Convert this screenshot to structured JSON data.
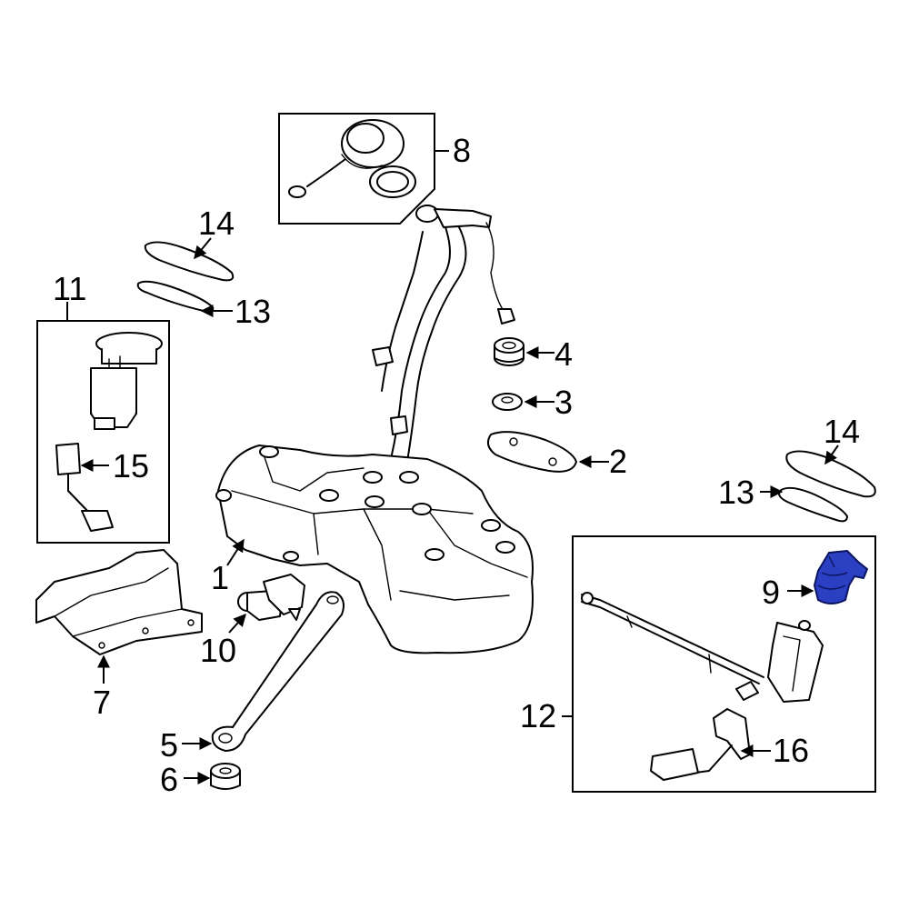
{
  "diagram": {
    "highlight_color": "#2a3fc2",
    "line_color": "#000000",
    "background": "#ffffff",
    "callouts": {
      "c1": "1",
      "c2": "2",
      "c3": "3",
      "c4": "4",
      "c5": "5",
      "c6": "6",
      "c7": "7",
      "c8": "8",
      "c9": "9",
      "c10": "10",
      "c11": "11",
      "c12": "12",
      "c13a": "13",
      "c13b": "13",
      "c14a": "14",
      "c14b": "14",
      "c15": "15",
      "c16": "16"
    },
    "highlighted_part": "9"
  }
}
